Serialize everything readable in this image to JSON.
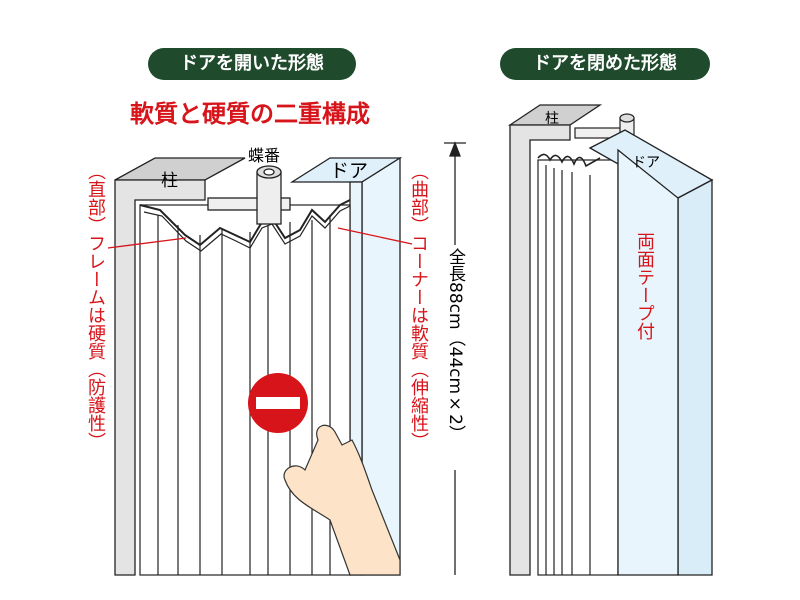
{
  "left_panel": {
    "title": "ドアを開いた形態",
    "subtitle": "軟質と硬質の二重構成",
    "pillar_label": "柱",
    "hinge_label": "蝶番",
    "door_label": "ドア",
    "frame_note": "（直部）フレームは硬質（防護性）",
    "corner_note": "（曲部）コーナーは軟質（伸縮性）",
    "dimension_label": "全長88cm（44cm×2）"
  },
  "right_panel": {
    "title": "ドアを閉めた形態",
    "pillar_label": "柱",
    "door_label": "ドア",
    "tape_note": "両面テープ付"
  },
  "colors": {
    "title_bg": "#1f4a2c",
    "accent_red": "#d7141a",
    "door_blue": "#e3f3fb"
  }
}
